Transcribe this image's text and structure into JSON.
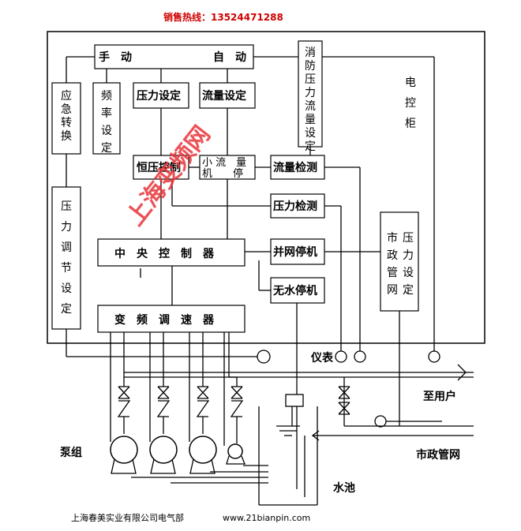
{
  "header": {
    "hotline": "销售热线：13524471288"
  },
  "blocks": {
    "manual": "手　动",
    "auto": "自　动",
    "fire_set": "消防压力流量设定",
    "cabinet": "电控柜",
    "emergency": "应急转换",
    "freq_set": "频率设定",
    "pressure_set": "压力设定",
    "flow_set": "流量设定",
    "const_pressure": "恒压控制",
    "small_flow_a": "小 流　量",
    "small_flow_b": "机　　停",
    "flow_detect": "流量检测",
    "pressure_detect": "压力检测",
    "pressure_adjust": "压力调节设定",
    "city_pressure": "市政管网压力设定",
    "central": "中　央　控　制　器",
    "grid_stop": "并网停机",
    "no_water_stop": "无水停机",
    "vfd": "变　频　调　速　器",
    "instrument": "仪表",
    "to_user": "至用户",
    "pump_group": "泵组",
    "city_network": "市政管网",
    "pool": "水池"
  },
  "watermark": "上海变频网",
  "footer": {
    "company": "上海春美实业有限公司电气部",
    "url": "www.21bianpin.com"
  }
}
